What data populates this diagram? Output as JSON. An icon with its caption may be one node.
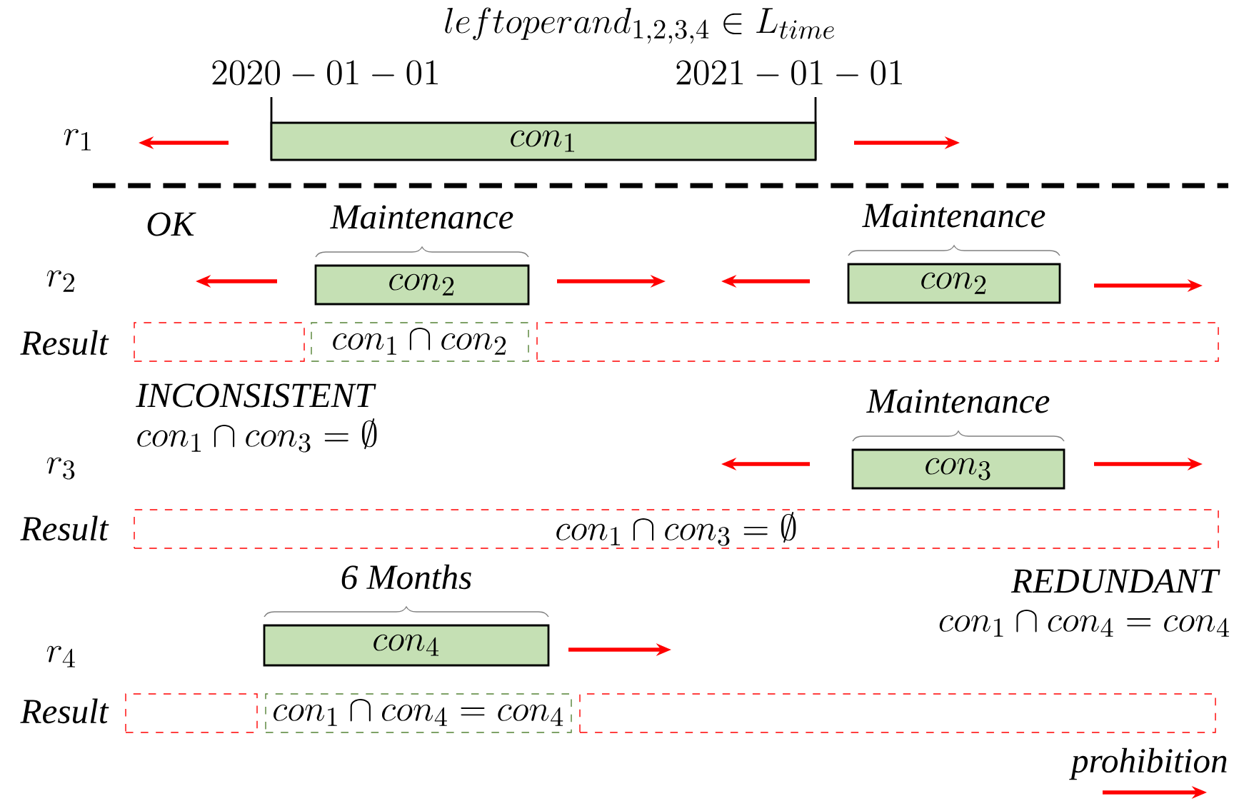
{
  "diagram": {
    "title": "leftoperand_{1,2,3,4} \\in L_{time}",
    "nodes": [
      {
        "text": [
          "con_1"
        ]
      },
      {
        "text": [
          "con_2"
        ],
        "beside": [
          "Maintenance"
        ]
      },
      {
        "text": [
          "con_2"
        ],
        "beside": [
          "Maintenance"
        ]
      },
      {
        "text": [],
        "shape": "box"
      },
      {
        "text": [
          "con_1 \\cap con_2"
        ]
      },
      {
        "text": [],
        "shape": "box"
      },
      {
        "text": [
          "con_3"
        ],
        "beside": [
          "Maintenance"
        ]
      },
      {
        "text": [
          "con_1 \\cap con_3 = \\emptyset"
        ]
      },
      {
        "text": [
          "con_4"
        ],
        "beside": [
          "6 Months"
        ]
      },
      {
        "text": [],
        "shape": "box"
      },
      {
        "text": [
          "con_1 \\cap con_4 = con_4"
        ]
      },
      {
        "text": [],
        "shape": "box"
      }
    ],
    "labels": [
      "2020-01-01",
      "2021-01-01",
      "r_1",
      "OK",
      "r_2",
      "Result",
      "INCONSISTENT",
      "con_1 \\cap con_3 = \\emptyset",
      "r_3",
      "Result",
      "REDUNDANT",
      "con_1 \\cap con_4 = con_4",
      "r_4",
      "Result"
    ],
    "legend": [
      {
        "text": "prohibition"
      }
    ]
  }
}
